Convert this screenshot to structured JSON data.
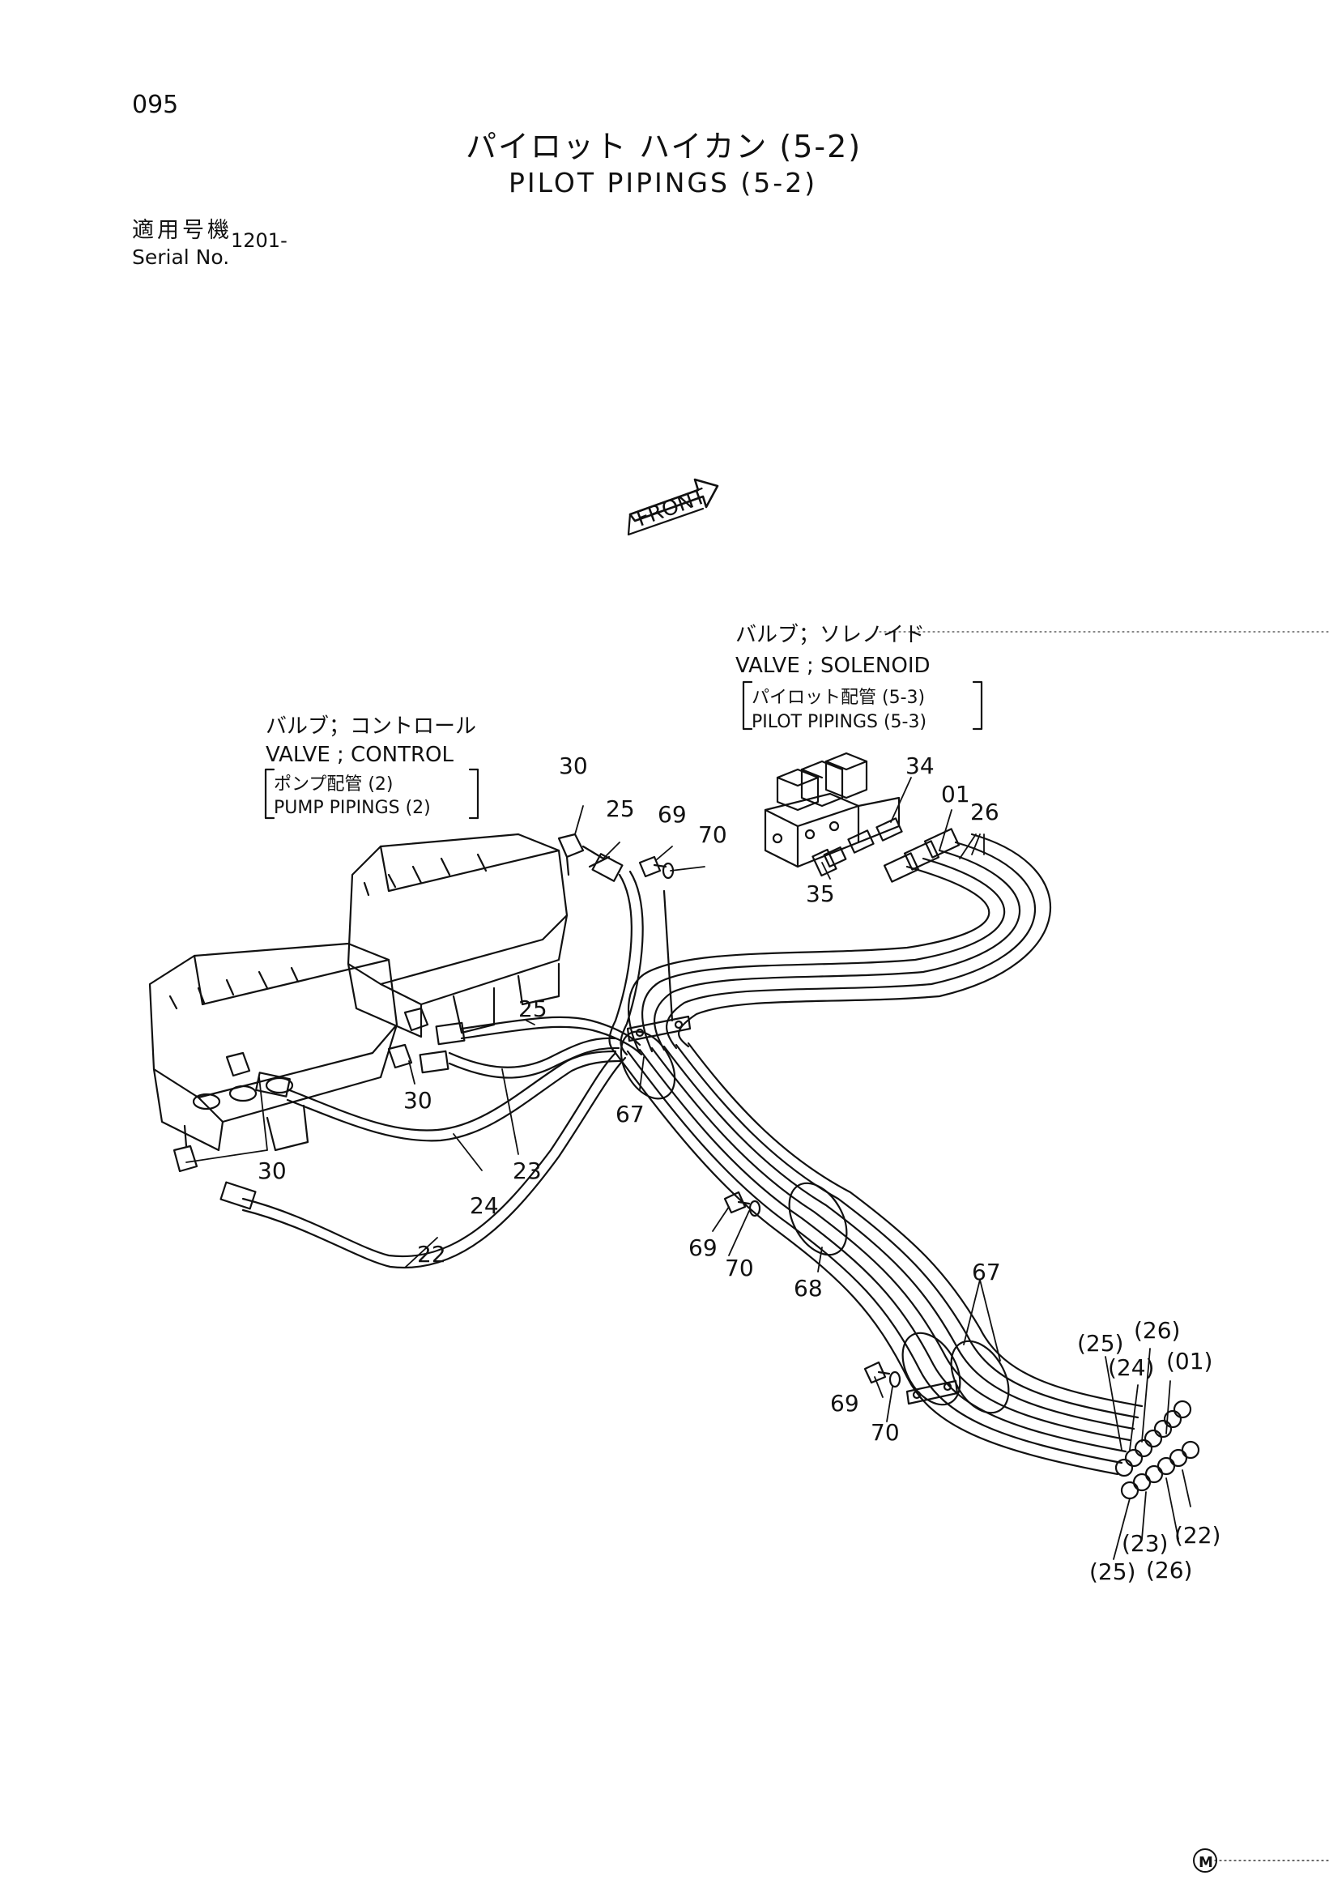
{
  "page": {
    "number": "095",
    "title_ja": "パイロット ハイカン (5-2)",
    "title_en": "PILOT PIPINGS (5-2)",
    "serial_label_ja": "適用号機",
    "serial_label_en": "Serial No.",
    "serial_value": "1201-"
  },
  "front_arrow": {
    "label": "FRONT"
  },
  "references": {
    "solenoid": {
      "ja": "バルブ；ソレノイド",
      "en": "VALVE ; SOLENOID",
      "see_ja": "パイロット配管 (5-3)",
      "see_en": "PILOT  PIPINGS (5-3)"
    },
    "control": {
      "ja": "バルブ；コントロール",
      "en": "VALVE ; CONTROL",
      "see_ja": "ポンプ配管 (2)",
      "see_en": "PUMP  PIPINGS (2)"
    }
  },
  "callouts": {
    "c30a": "30",
    "c25a": "25",
    "c69a": "69",
    "c70a": "70",
    "c34": "34",
    "c01": "01",
    "c26a": "26",
    "c35": "35",
    "c25b": "25",
    "c30b": "30",
    "c67a": "67",
    "c23": "23",
    "c30c": "30",
    "c24": "24",
    "c22": "22",
    "c69b": "69",
    "c70b": "70",
    "c68": "68",
    "c67b": "67",
    "c69c": "69",
    "c70c": "70",
    "e25a": "(25)",
    "e26a": "(26)",
    "e24": "(24)",
    "e01": "(01)",
    "e23": "(23)",
    "e22": "(22)",
    "e25b": "(25)",
    "e26b": "(26)"
  },
  "footer": {
    "mark": "M"
  },
  "colors": {
    "ink": "#111111",
    "background": "#ffffff"
  }
}
